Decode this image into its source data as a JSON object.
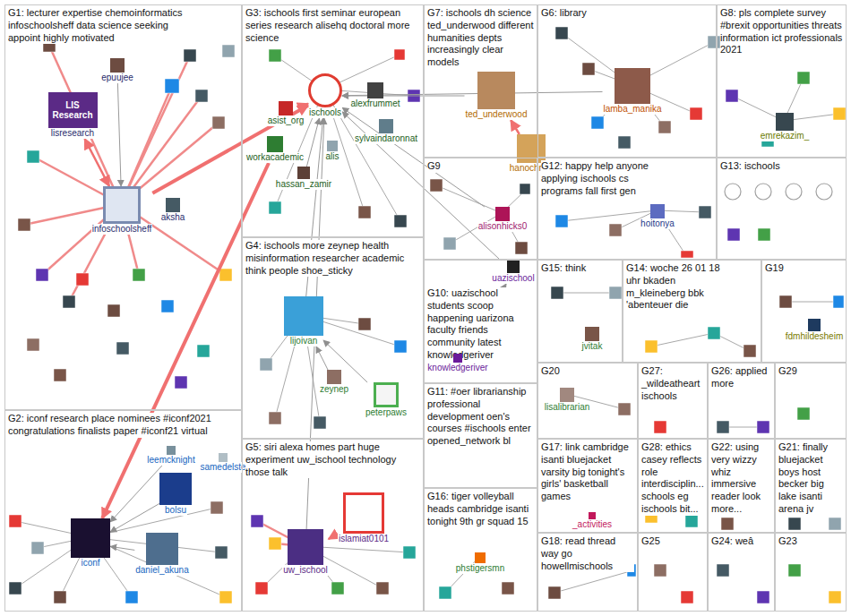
{
  "diagram": {
    "nodes": [
      {
        "text": [
          "G1: lecturer expertise chemoinformatics infoschoolsheff data science seeking appoint highly motivated"
        ]
      },
      {
        "text": [
          "epuujee"
        ],
        "in": 0
      },
      {
        "text": [
          "LIS Research",
          "lisresearch"
        ],
        "in": 0
      },
      {
        "text": [
          "infoschoolsheff"
        ],
        "in": 0
      },
      {
        "text": [
          "aksha"
        ],
        "in": 0
      },
      {
        "text": [
          "G3: ischools first seminar european series research alisehq doctoral more science"
        ]
      },
      {
        "text": [
          "ischools"
        ],
        "in": 5
      },
      {
        "text": [
          "asist_org"
        ],
        "in": 5
      },
      {
        "text": [
          "alexfrummet"
        ],
        "in": 5
      },
      {
        "text": [
          "sylvaindaronnat"
        ],
        "in": 5
      },
      {
        "text": [
          "workacademic"
        ],
        "in": 5
      },
      {
        "text": [
          "hassan_zamir"
        ],
        "in": 5
      },
      {
        "text": [
          "alis"
        ],
        "in": 5
      },
      {
        "text": [
          "G7: ischools dh science ted_underwood different humanities depts increasingly clear models"
        ]
      },
      {
        "text": [
          "ted_underwood"
        ],
        "in": 13
      },
      {
        "text": [
          "hanochrizz"
        ],
        "in": 13
      },
      {
        "text": [
          "G6: library"
        ]
      },
      {
        "text": [
          "lamba_manika"
        ],
        "in": 16
      },
      {
        "text": [
          "G8: pls complete survey #brexit opportunities threats information ict professionals 2021"
        ]
      },
      {
        "text": [
          "emrekazim_"
        ],
        "in": 18
      },
      {
        "text": [
          "G9"
        ]
      },
      {
        "text": [
          "alisonhicks0"
        ],
        "in": 20
      },
      {
        "text": [
          "G12: happy help anyone applying ischools cs programs fall first gen"
        ]
      },
      {
        "text": [
          "hoitonya"
        ],
        "in": 22
      },
      {
        "text": [
          "G13: ischools"
        ]
      },
      {
        "text": [
          "G4: ischools more zeynep health misinformation researcher academic think people shoe_sticky"
        ]
      },
      {
        "text": [
          "lijoivan"
        ],
        "in": 25
      },
      {
        "text": [
          "zeynep"
        ],
        "in": 25
      },
      {
        "text": [
          "peterpaws"
        ],
        "in": 25
      },
      {
        "text": [
          "G10: uazischool students scoop happening uarizona faculty friends community latest knowledgeriver"
        ]
      },
      {
        "text": [
          "uazischool"
        ],
        "in": 29
      },
      {
        "text": [
          "knowledgeriver"
        ],
        "in": 29
      },
      {
        "text": [
          "G15: think"
        ]
      },
      {
        "text": [
          "jvitak"
        ],
        "in": 32
      },
      {
        "text": [
          "G14: woche 26 01 18 uhr bkaden m_kleineberg bbk 'abenteuer die"
        ]
      },
      {
        "text": [
          "G19"
        ]
      },
      {
        "text": [
          "fdmhildesheim"
        ],
        "in": 35
      },
      {
        "text": [
          "G20"
        ]
      },
      {
        "text": [
          "lisalibrarian"
        ],
        "in": 37
      },
      {
        "text": [
          "G27: _wildeatheart ischools"
        ]
      },
      {
        "text": [
          "G26: applied more"
        ]
      },
      {
        "text": [
          "G29"
        ]
      },
      {
        "text": [
          "G11: #oer librarianship professional development oen's courses #ischools enter opened_network bl"
        ]
      },
      {
        "text": [
          "G2: iconf research place nominees #iconf2021 congratulations finalists paper #iconf21 virtual"
        ]
      },
      {
        "text": [
          "leemcknight"
        ],
        "in": 43
      },
      {
        "text": [
          "samedelste"
        ],
        "in": 43
      },
      {
        "text": [
          "bolsu"
        ],
        "in": 43
      },
      {
        "text": [
          "daniel_akuna"
        ],
        "in": 43
      },
      {
        "text": [
          "iconf"
        ],
        "in": 43
      },
      {
        "text": [
          "G5: siri alexa homes part huge experiment uw_ischool technology those talk"
        ]
      },
      {
        "text": [
          "islamiat0101"
        ],
        "in": 49
      },
      {
        "text": [
          "uw_ischool"
        ],
        "in": 49
      },
      {
        "text": [
          "G17: link cambridge isanti bluejacket varsity big tonight's girls' basketball games"
        ]
      },
      {
        "text": [
          "_activities"
        ],
        "in": 52
      },
      {
        "text": [
          "G28: ethics casey reflects role interdisciplin... schools eg ischools bit..."
        ]
      },
      {
        "text": [
          "G22: using very wizzy whiz immersive reader look more..."
        ]
      },
      {
        "text": [
          "G21: finally bluejacket boys host becker big lake isanti arena jv"
        ]
      },
      {
        "text": [
          "G16: tiger volleyball heads cambridge isanti tonight 9th gr squad 15"
        ]
      },
      {
        "text": [
          "phstigersmn"
        ],
        "in": 57
      },
      {
        "text": [
          "G18: read thread way go howellmischools"
        ]
      },
      {
        "text": [
          "G25"
        ]
      },
      {
        "text": [
          "G24: weâ"
        ]
      },
      {
        "text": [
          "G23"
        ]
      }
    ],
    "edges": [
      {
        "from": 3,
        "to": 6,
        "arrow": "to"
      },
      {
        "from": 3,
        "to": 2,
        "arrow": "both"
      },
      {
        "from": 10,
        "to": 48,
        "arrow": "to"
      },
      {
        "from": 15,
        "to": 14,
        "arrow": "to"
      },
      {
        "from": 14,
        "to": 6,
        "arrow": "to"
      },
      {
        "from": 17,
        "to": 6,
        "arrow": "to"
      },
      {
        "from": 21,
        "to": 6,
        "arrow": "to"
      },
      {
        "from": 30,
        "to": 6,
        "arrow": "to"
      },
      {
        "from": 26,
        "to": 6,
        "arrow": "to"
      },
      {
        "from": 47,
        "to": 48,
        "arrow": "to"
      },
      {
        "from": 44,
        "to": 48,
        "arrow": "to"
      },
      {
        "from": 50,
        "to": 51,
        "arrow": "to"
      },
      {
        "from": 31,
        "to": 30,
        "arrow": "to"
      },
      {
        "from": 28,
        "to": 26,
        "arrow": "to"
      },
      {
        "from": 27,
        "to": 26,
        "arrow": "to"
      },
      {
        "from": 7,
        "to": 6,
        "arrow": "to"
      },
      {
        "from": 8,
        "to": 6,
        "arrow": "to"
      },
      {
        "from": 11,
        "to": 6,
        "arrow": "to"
      },
      {
        "from": 1,
        "to": 3,
        "arrow": "to"
      },
      {
        "from": 51,
        "to": 6,
        "arrow": "to"
      },
      {
        "from": 46,
        "to": 48,
        "arrow": "to"
      }
    ]
  }
}
